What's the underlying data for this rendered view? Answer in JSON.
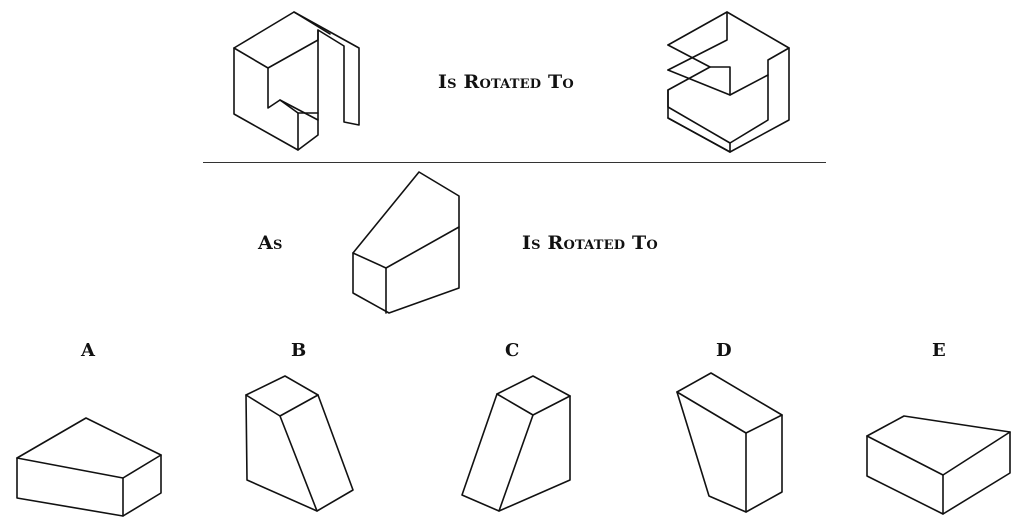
{
  "statement": {
    "top_label": "Is Rotated To",
    "bottom_label_left": "As",
    "bottom_label_right": "Is Rotated To"
  },
  "options": [
    {
      "letter": "A",
      "shape": "wedge-lying-left"
    },
    {
      "letter": "B",
      "shape": "wedge-standing-back"
    },
    {
      "letter": "C",
      "shape": "wedge-standing-forward"
    },
    {
      "letter": "D",
      "shape": "wedge-standing-tapered"
    },
    {
      "letter": "E",
      "shape": "wedge-lying-right"
    }
  ],
  "colors": {
    "stroke": "#111111",
    "background": "#ffffff"
  }
}
